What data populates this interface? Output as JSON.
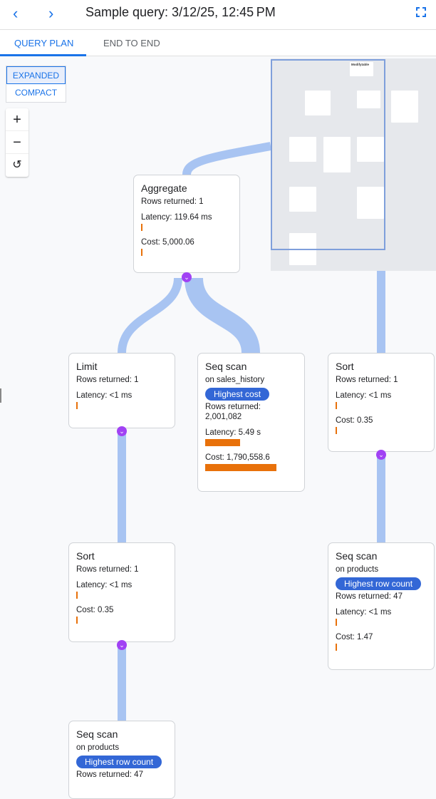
{
  "header": {
    "title": "Sample query: 3/12/25, 12:45 PM",
    "back_icon": "chevron-left-icon",
    "forward_icon": "chevron-right-icon",
    "fullscreen_icon": "fullscreen-icon"
  },
  "tabs": [
    {
      "label": "QUERY PLAN",
      "active": true
    },
    {
      "label": "END TO END",
      "active": false
    }
  ],
  "view_modes": [
    {
      "label": "EXPANDED",
      "selected": true
    },
    {
      "label": "COMPACT",
      "selected": false
    }
  ],
  "zoom_controls": {
    "zoom_in": "+",
    "zoom_out": "−",
    "reset": "↺"
  },
  "colors": {
    "accent": "#1a73e8",
    "edge": "#a8c4f2",
    "bar": "#e8710a",
    "badge": "#3367d6",
    "expander": "#a142f4"
  },
  "nodes": {
    "aggregate": {
      "title": "Aggregate",
      "rows": "Rows returned: 1",
      "latency": "Latency: 119.64 ms",
      "cost": "Cost: 5,000.06"
    },
    "limit": {
      "title": "Limit",
      "rows": "Rows returned: 1",
      "latency": "Latency: <1 ms"
    },
    "seq_sales": {
      "title": "Seq scan",
      "on": "on sales_history",
      "badge": "Highest cost",
      "rows": "Rows returned:",
      "rows_value": "2,001,082",
      "latency": "Latency: 5.49 s",
      "cost": "Cost: 1,790,558.6"
    },
    "sort_right": {
      "title": "Sort",
      "rows": "Rows returned: 1",
      "latency": "Latency: <1 ms",
      "cost": "Cost: 0.35"
    },
    "sort_left": {
      "title": "Sort",
      "rows": "Rows returned: 1",
      "latency": "Latency: <1 ms",
      "cost": "Cost: 0.35"
    },
    "seq_products_right": {
      "title": "Seq scan",
      "on": "on products",
      "badge": "Highest row count",
      "rows": "Rows returned: 47",
      "latency": "Latency: <1 ms",
      "cost": "Cost: 1.47"
    },
    "seq_products_bottom": {
      "title": "Seq scan",
      "on": "on products",
      "badge": "Highest row count",
      "rows": "Rows returned: 47"
    }
  },
  "minimap": {
    "root": "Modifytable"
  }
}
